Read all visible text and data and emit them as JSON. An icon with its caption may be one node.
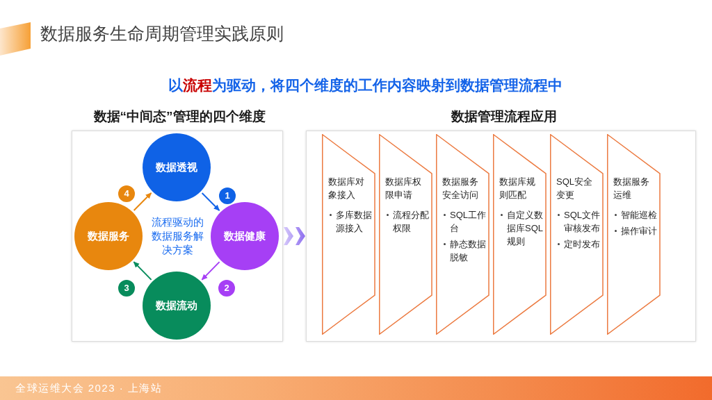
{
  "diagram": {
    "title": "数据服务生命周期管理实践原则",
    "nodes": [
      {
        "text": [
          "数据“中间态”管理的四个维度"
        ]
      },
      {
        "text": [
          "数据透视"
        ],
        "in": 0
      },
      {
        "text": [
          "数据健康"
        ],
        "in": 0
      },
      {
        "text": [
          "数据流动"
        ],
        "in": 0
      },
      {
        "text": [
          "数据服务"
        ],
        "in": 0
      },
      {
        "text": [
          "1"
        ],
        "in": 0
      },
      {
        "text": [
          "2"
        ],
        "in": 0
      },
      {
        "text": [
          "3"
        ],
        "in": 0
      },
      {
        "text": [
          "4"
        ],
        "in": 0
      },
      {
        "text": [
          "数据管理流程应用"
        ]
      },
      {
        "text": [
          "数据库对象接入",
          "多库数据源接入"
        ],
        "in": 9
      },
      {
        "text": [
          "数据库权限申请",
          "流程分配权限"
        ],
        "in": 9
      },
      {
        "text": [
          "数据服务安全访问",
          "SQL工作台",
          "静态数据脱敏"
        ],
        "in": 9
      },
      {
        "text": [
          "数据库规则匹配",
          "自定义数据库SQL规则"
        ],
        "in": 9
      },
      {
        "text": [
          "SQL安全变更",
          "SQL文件审核发布",
          "定时发布"
        ],
        "in": 9
      },
      {
        "text": [
          "数据服务运维",
          "智能巡检",
          "操作审计"
        ],
        "in": 9
      }
    ],
    "edges": [
      {
        "from": 1,
        "to": 2,
        "arrow": "to",
        "color": "#1565e8"
      },
      {
        "from": 2,
        "to": 3,
        "arrow": "to",
        "color": "#a63ff5"
      },
      {
        "from": 3,
        "to": 4,
        "arrow": "to",
        "color": "#088c5c"
      },
      {
        "from": 4,
        "to": 1,
        "arrow": "to",
        "color": "#e8870e"
      },
      {
        "from": 0,
        "to": 9,
        "arrow": "to",
        "color": "#8b6bef"
      }
    ],
    "labels": [
      "以**流程**为驱动，将四个维度的工作内容映射到数据管理流程中",
      "流程驱动的数据服务解决方案",
      "全球运维大会 2023 · 上海站"
    ]
  }
}
